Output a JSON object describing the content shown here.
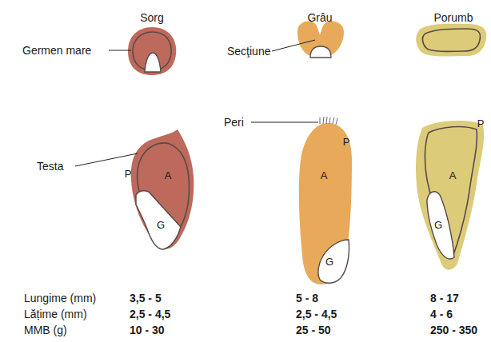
{
  "diagram": {
    "labels": [
      "Sorg",
      "Grâu",
      "Porumb",
      "Germen mare",
      "Secţiune",
      "Peri",
      "Testa",
      "P",
      "A",
      "G",
      "P",
      "A",
      "G",
      "P",
      "A",
      "G",
      "Lungime (mm)",
      "Lățime (mm)",
      "MMB (g)",
      "3,5 - 5",
      "2,5 - 4,5",
      "10 - 30",
      "5 - 8",
      "2,5 - 4,5",
      "25 - 50",
      "8 - 17",
      "4 - 6",
      "250 - 350"
    ]
  }
}
